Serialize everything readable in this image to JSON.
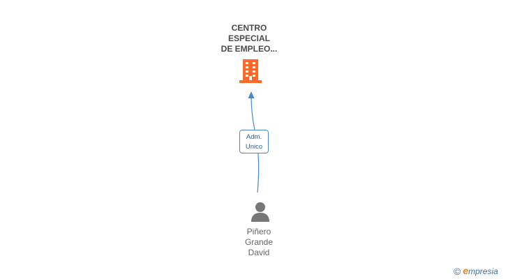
{
  "company": {
    "name_lines": [
      "CENTRO",
      "ESPECIAL",
      "DE EMPLEO..."
    ],
    "icon": "building-icon",
    "color": "#ff6a2b"
  },
  "relation": {
    "role_lines": [
      "Adm.",
      "Unico"
    ],
    "line_color": "#4a86c8"
  },
  "person": {
    "name_lines": [
      "Piñero",
      "Grande",
      "David"
    ],
    "icon": "person-icon",
    "color": "#777777"
  },
  "footer": {
    "copyright_symbol": "©",
    "brand_initial": "e",
    "brand_rest": "mpresia"
  }
}
